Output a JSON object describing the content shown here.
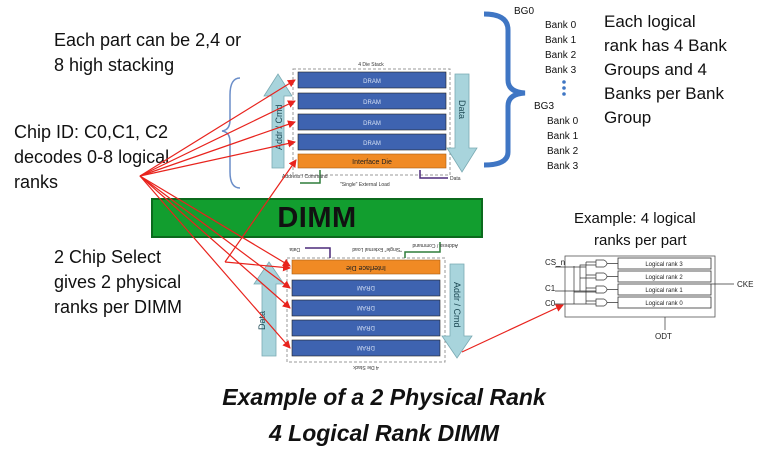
{
  "left_notes": {
    "stacking_line1": "Each part can be 2,4 or",
    "stacking_line2": "8 high stacking",
    "chipid_line1": "Chip ID: C0,C1, C2",
    "chipid_line2": "decodes 0-8 logical",
    "chipid_line3": "ranks",
    "cs_line1": "2 Chip Select",
    "cs_line2": "gives 2 physical",
    "cs_line3": "ranks per DIMM"
  },
  "top_stack": {
    "title": "4 Die Stack",
    "die_label": "DRAM",
    "interface_label": "Interface Die",
    "addr_cmd_arrow": "Addr / Cmd",
    "data_arrow": "Data",
    "addr_command_label": "Address / Command",
    "single_load_label": "\"Single\" External Load",
    "data_label": "Data"
  },
  "bottom_stack": {
    "title": "4 Die Stack",
    "die_label": "DRAM",
    "interface_label": "Interface Die",
    "addr_cmd_arrow": "Addr / Cmd",
    "data_arrow": "Data"
  },
  "bank_groups": {
    "bg0": "BG0",
    "bg0_banks": [
      "Bank 0",
      "Bank 1",
      "Bank 2",
      "Bank 3"
    ],
    "bg3": "BG3",
    "bg3_banks": [
      "Bank 0",
      "Bank 1",
      "Bank 2",
      "Bank 3"
    ],
    "note_line1": "Each logical",
    "note_line2": "rank has 4 Bank",
    "note_line3": "Groups and 4",
    "note_line4": "Banks per Bank",
    "note_line5": "Group"
  },
  "dimm": {
    "label": "DIMM"
  },
  "rank_example": {
    "title_line1": "Example: 4 logical",
    "title_line2": "ranks per part",
    "cs_n": "CS_n",
    "c1": "C1",
    "c0": "C0",
    "ranks": [
      "Logical rank 3",
      "Logical rank 2",
      "Logical rank 1",
      "Logical rank 0"
    ],
    "cke": "CKE",
    "odt": "ODT"
  },
  "caption": {
    "line1": "Example of a 2 Physical Rank",
    "line2": "4 Logical Rank DIMM"
  },
  "colors": {
    "die_blue": "#3e63b0",
    "interface_orange": "#f08a24",
    "dimm_green": "#129e2f",
    "arrow_red": "#e8231d",
    "brace_blue": "#3f76c4",
    "arrow_fill": "#a8d4dc"
  }
}
